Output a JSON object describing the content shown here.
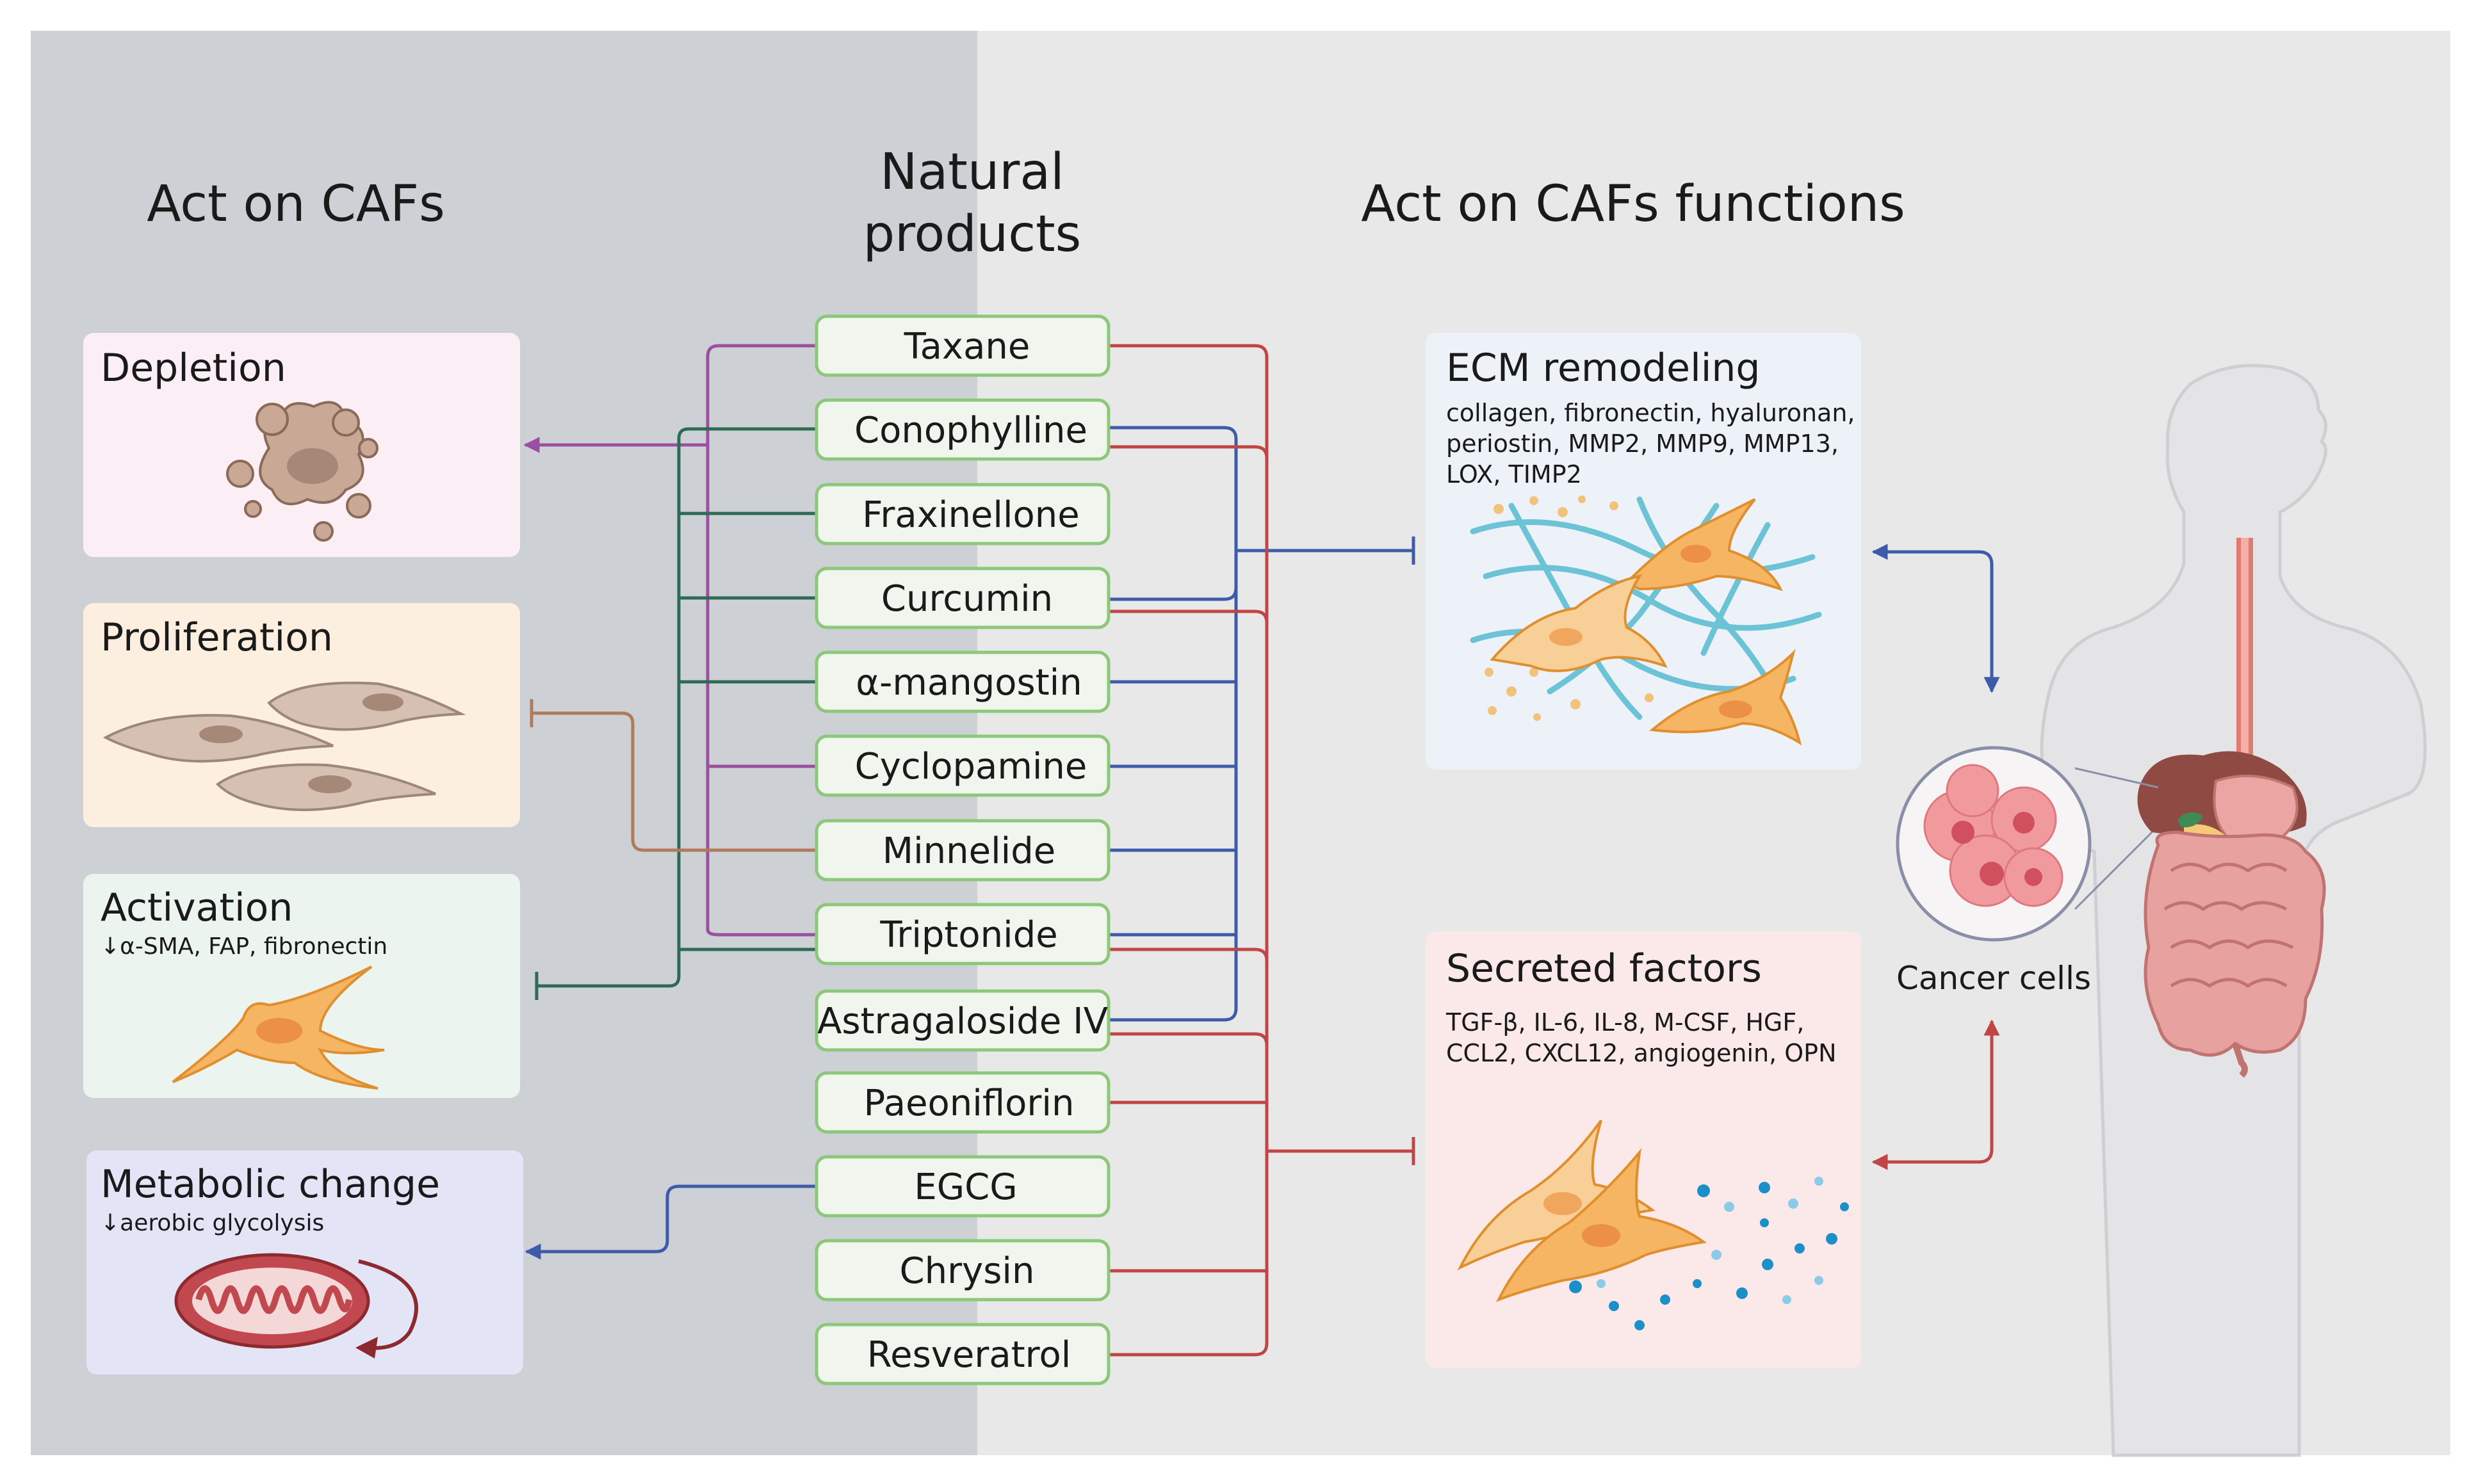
{
  "headers": {
    "left": "Act on CAFs",
    "center_line1": "Natural",
    "center_line2": "products",
    "right": "Act on CAFs functions"
  },
  "products": [
    "Taxane",
    "Conophylline",
    "Fraxinellone",
    "Curcumin",
    "α-mangostin",
    "Cyclopamine",
    "Minnelide",
    "Triptonide",
    "Astragaloside IV",
    "Paeoniflorin",
    "EGCG",
    "Chrysin",
    "Resveratrol"
  ],
  "left_boxes": {
    "depletion": {
      "title": "Depletion"
    },
    "proliferation": {
      "title": "Proliferation"
    },
    "activation": {
      "title": "Activation",
      "subtitle": "↓α-SMA, FAP, fibronectin"
    },
    "metabolic": {
      "title": "Metabolic change",
      "subtitle": "↓aerobic glycolysis"
    }
  },
  "right_boxes": {
    "ecm": {
      "title": "ECM remodeling",
      "lines": [
        "collagen, fibronectin, hyaluronan,",
        "periostin, MMP2, MMP9, MMP13,",
        "LOX, TIMP2"
      ]
    },
    "secreted": {
      "title": "Secreted factors",
      "lines": [
        "TGF-β, IL-6, IL-8,  M-CSF,  HGF,",
        "CCL2, CXCL12, angiogenin, OPN"
      ]
    }
  },
  "cancer_cells": "Cancer cells",
  "colors": {
    "left_panel": "#cdd0d4",
    "right_panel": "#e8e8e9",
    "product_box_fill": "#f0f5ee",
    "product_box_border": "#8cc77a",
    "purple": "#9a4fa0",
    "green": "#2e6b55",
    "brown": "#b07a5c",
    "blue": "#3d5ba8",
    "red": "#c14545",
    "depletion_box": "#fbeef5",
    "proliferation_box": "#fcefdf",
    "activation_box": "#ecf4ef",
    "metabolic_box": "#e3e5f6",
    "ecm_box": "#edf2f9",
    "secreted_box": "#fbe9ea",
    "caf_orange": "#f5b562"
  }
}
